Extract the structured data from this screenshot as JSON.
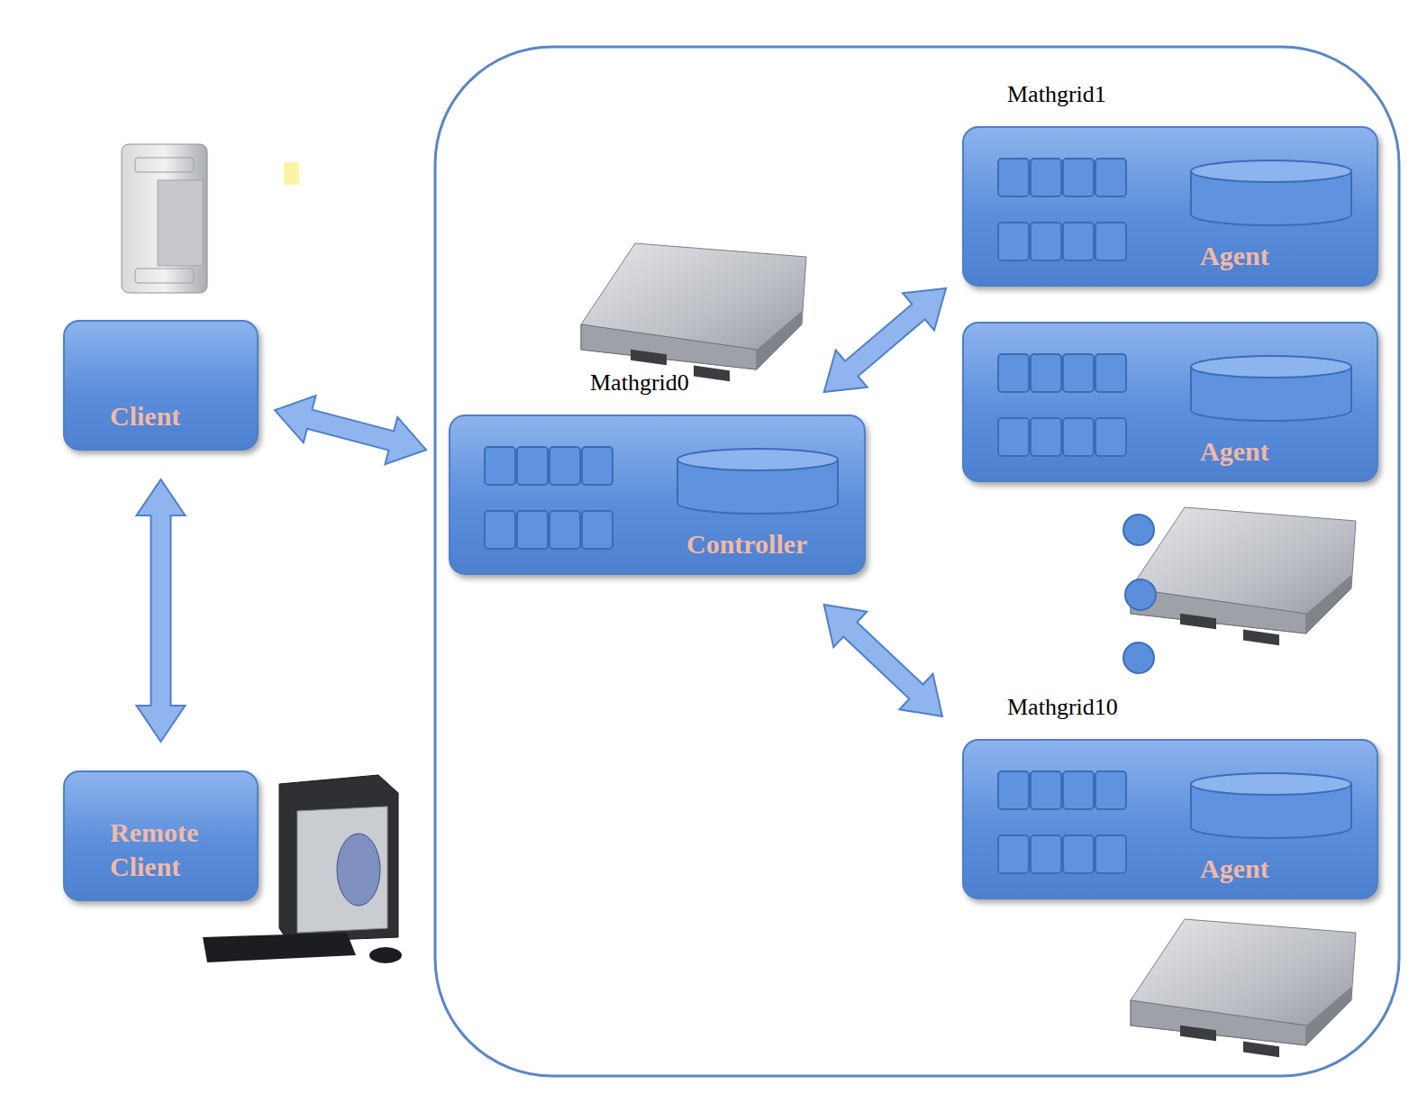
{
  "diagram": {
    "nodes": [
      {
        "text": [
          "Client"
        ]
      },
      {
        "text": [
          "Remote Client"
        ]
      },
      {
        "text": [
          "Mathgrid0",
          "Controller"
        ]
      },
      {
        "text": [
          "Mathgrid1",
          "Agent"
        ]
      },
      {
        "text": [
          "Agent"
        ]
      },
      {
        "text": [
          "Mathgrid10",
          "Agent"
        ]
      }
    ],
    "edges": [
      {
        "from": 0,
        "to": 2,
        "arrow": "both"
      },
      {
        "from": 0,
        "to": 1,
        "arrow": "both"
      },
      {
        "from": 2,
        "to": 3,
        "arrow": "both"
      },
      {
        "from": 2,
        "to": 5,
        "arrow": "both"
      }
    ]
  }
}
